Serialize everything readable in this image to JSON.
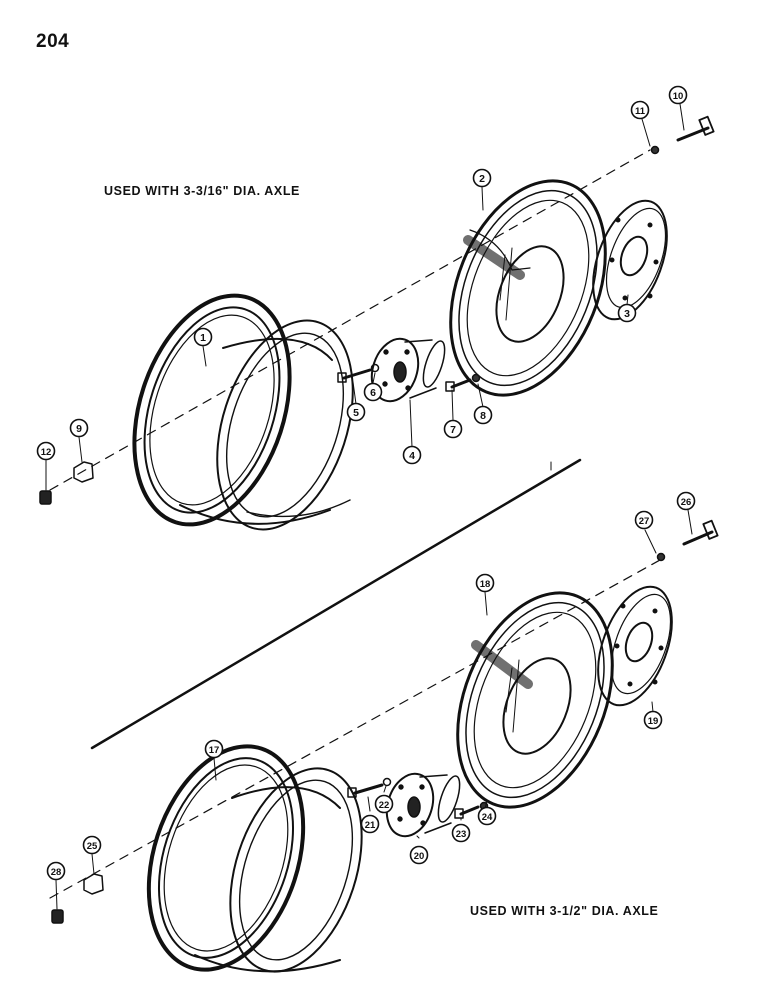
{
  "page_number": "204",
  "captions": {
    "top": "USED WITH 3-3/16\" DIA. AXLE",
    "bottom": "USED WITH 3-1/2\" DIA. AXLE"
  },
  "callouts": [
    "1",
    "2",
    "3",
    "4",
    "5",
    "6",
    "7",
    "8",
    "9",
    "10",
    "11",
    "12",
    "17",
    "18",
    "19",
    "20",
    "21",
    "22",
    "23",
    "24",
    "25",
    "26",
    "27",
    "28"
  ]
}
